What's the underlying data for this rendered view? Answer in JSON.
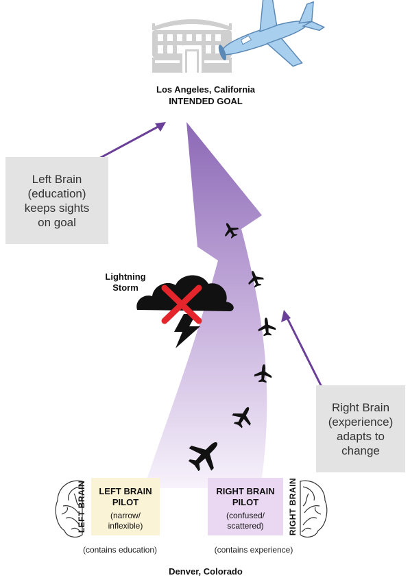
{
  "goal": {
    "city": "Los Angeles, California",
    "label": "INTENDED GOAL"
  },
  "left_note": [
    "Left Brain",
    "(education)",
    "keeps sights",
    "on goal"
  ],
  "right_note": [
    "Right Brain",
    "(experience)",
    "adapts to",
    "change"
  ],
  "storm": {
    "line1": "Lightning",
    "line2": "Storm"
  },
  "left_pilot": {
    "line1": "LEFT BRAIN",
    "line2": "PILOT",
    "sub1": "(narrow/",
    "sub2": "inflexible)",
    "side_label": "LEFT BRAIN",
    "caption": "(contains education)"
  },
  "right_pilot": {
    "line1": "RIGHT BRAIN",
    "line2": "PILOT",
    "sub1": "(confused/",
    "sub2": "scattered)",
    "side_label": "RIGHT BRAIN",
    "caption": "(contains experience)"
  },
  "origin": "Denver, Colorado",
  "colors": {
    "arrow_top": "#8e6bb8",
    "arrow_bottom": "#f4eefa",
    "pointer": "#6a3f98",
    "left_box": "#fbf3d6",
    "right_box": "#ead7f2",
    "note_box": "#e3e3e3",
    "plane_big": "#a9cfef",
    "x_mark": "#e4252b",
    "stadium": "#cfcfcf"
  },
  "icons": [
    "stadium-icon",
    "airplane-icon",
    "storm-cloud-icon",
    "lightning-bolt-icon",
    "x-mark-icon",
    "small-plane-icon",
    "brain-icon"
  ]
}
